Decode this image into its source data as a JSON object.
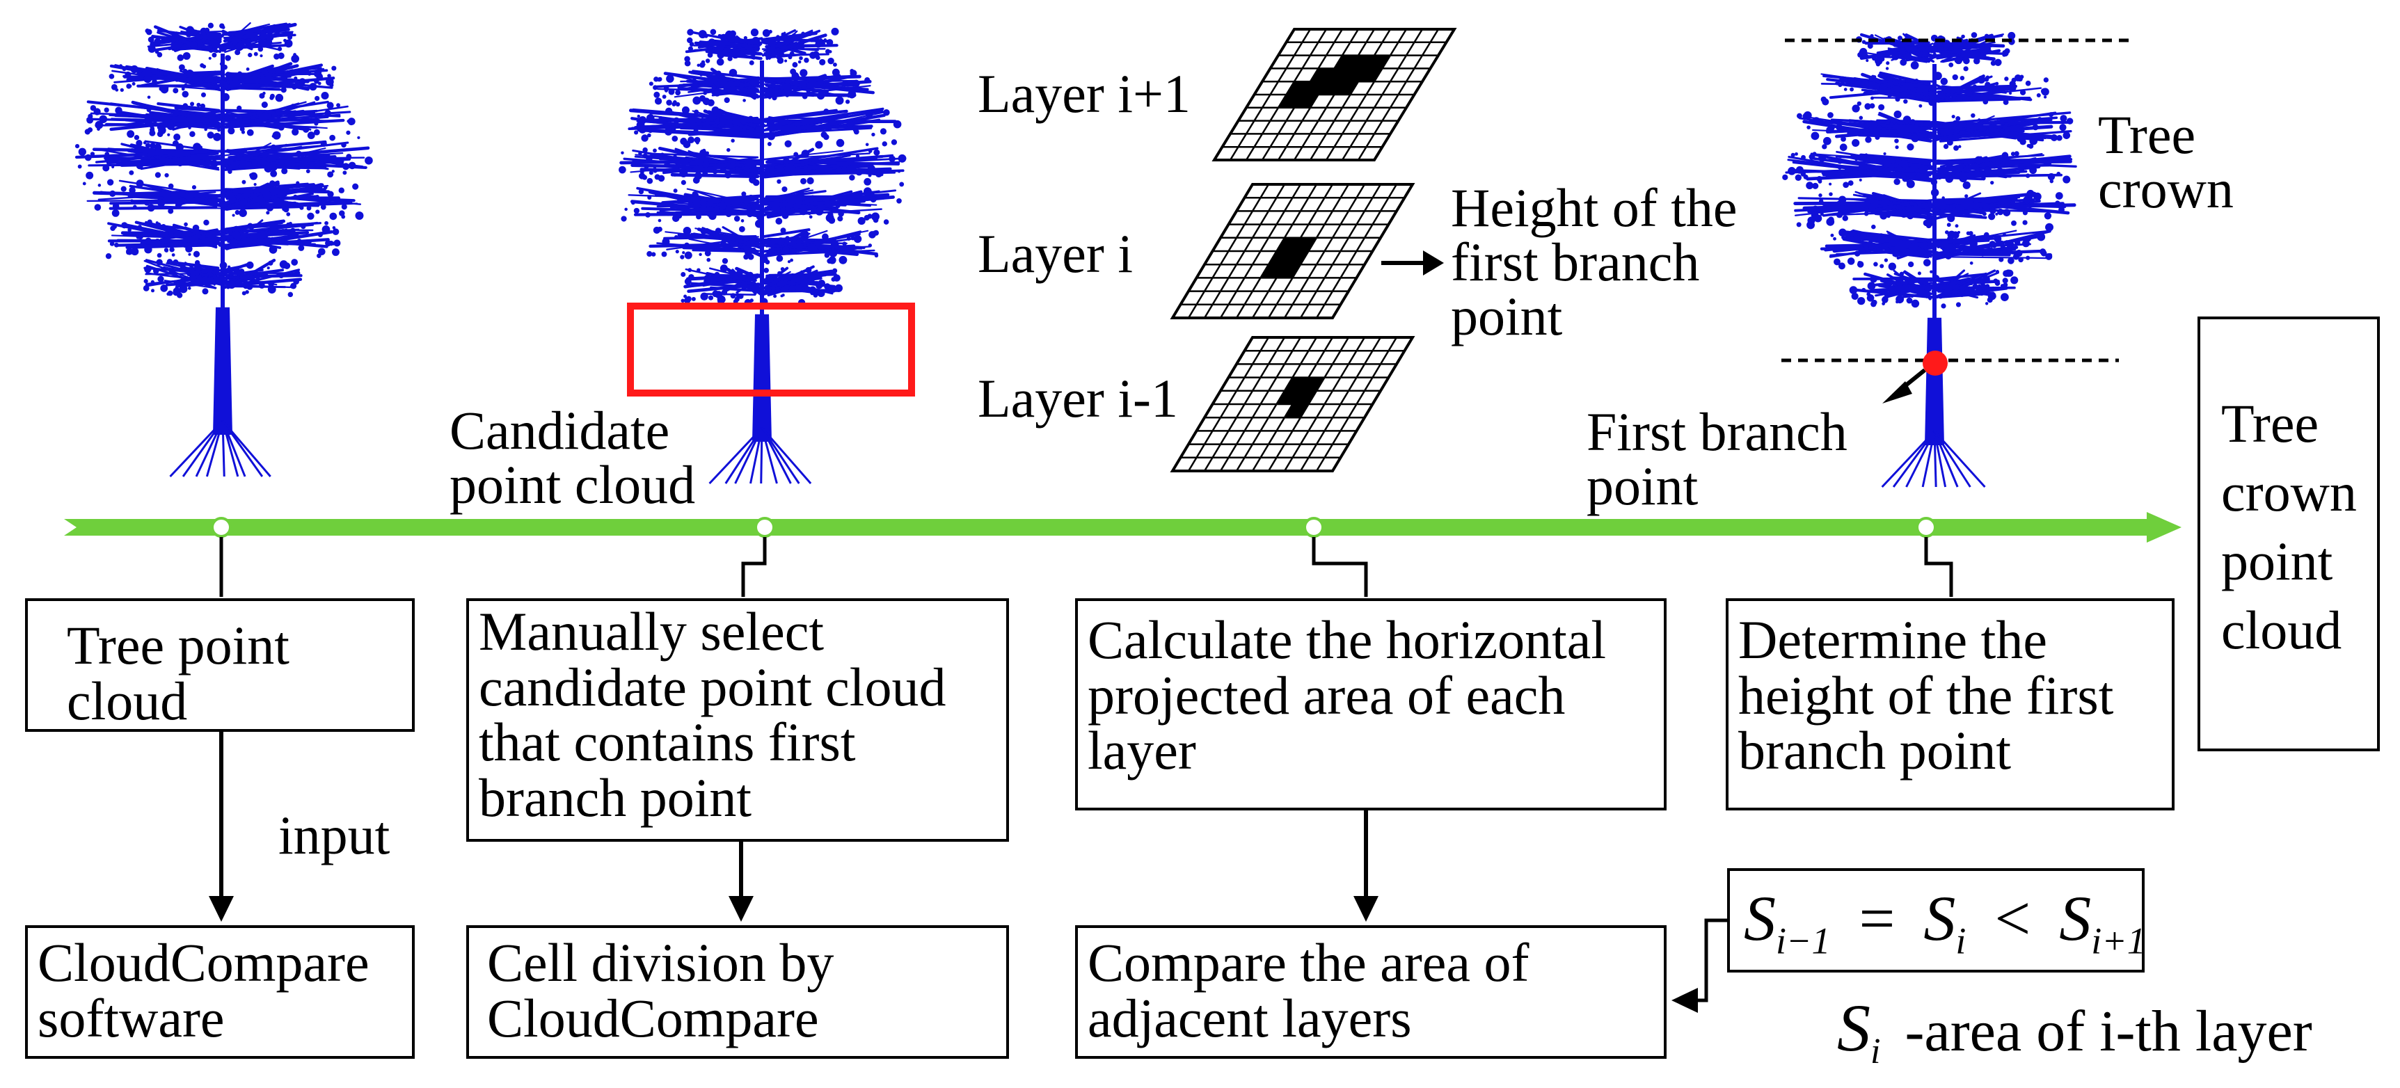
{
  "top_labels": {
    "candidate_point_cloud": "Candidate\npoint cloud",
    "layer_above": "Layer i+1",
    "layer_current": "Layer i",
    "layer_below": "Layer i-1",
    "height_first_branch": "Height of the\nfirst branch\npoint",
    "tree_crown": "Tree\ncrown",
    "first_branch_point": "First branch\npoint"
  },
  "output_box": "Tree\ncrown\npoint\ncloud",
  "steps": [
    "Tree point\ncloud",
    "Manually select\ncandidate point cloud\nthat contains first\nbranch point",
    "Calculate the horizontal\nprojected area of each\nlayer",
    "Determine the\nheight of the first\nbranch point"
  ],
  "substeps": [
    "CloudCompare\nsoftware",
    "Cell division by\nCloudCompare",
    "Compare the area of\nadjacent layers"
  ],
  "input_label": "input",
  "formula": {
    "base": "S",
    "sub_prev": "i−1",
    "sub_cur": "i",
    "sub_next": "i+1",
    "eq": "=",
    "lt": "<"
  },
  "legend": {
    "symbol": "S",
    "subscript": "i",
    "text": "-area of i-th layer"
  },
  "colors": {
    "tree": "#1010d8",
    "timeline": "#6fcf3c",
    "highlight": "#ff1a1a",
    "branch_point": "#ff1a1a"
  }
}
